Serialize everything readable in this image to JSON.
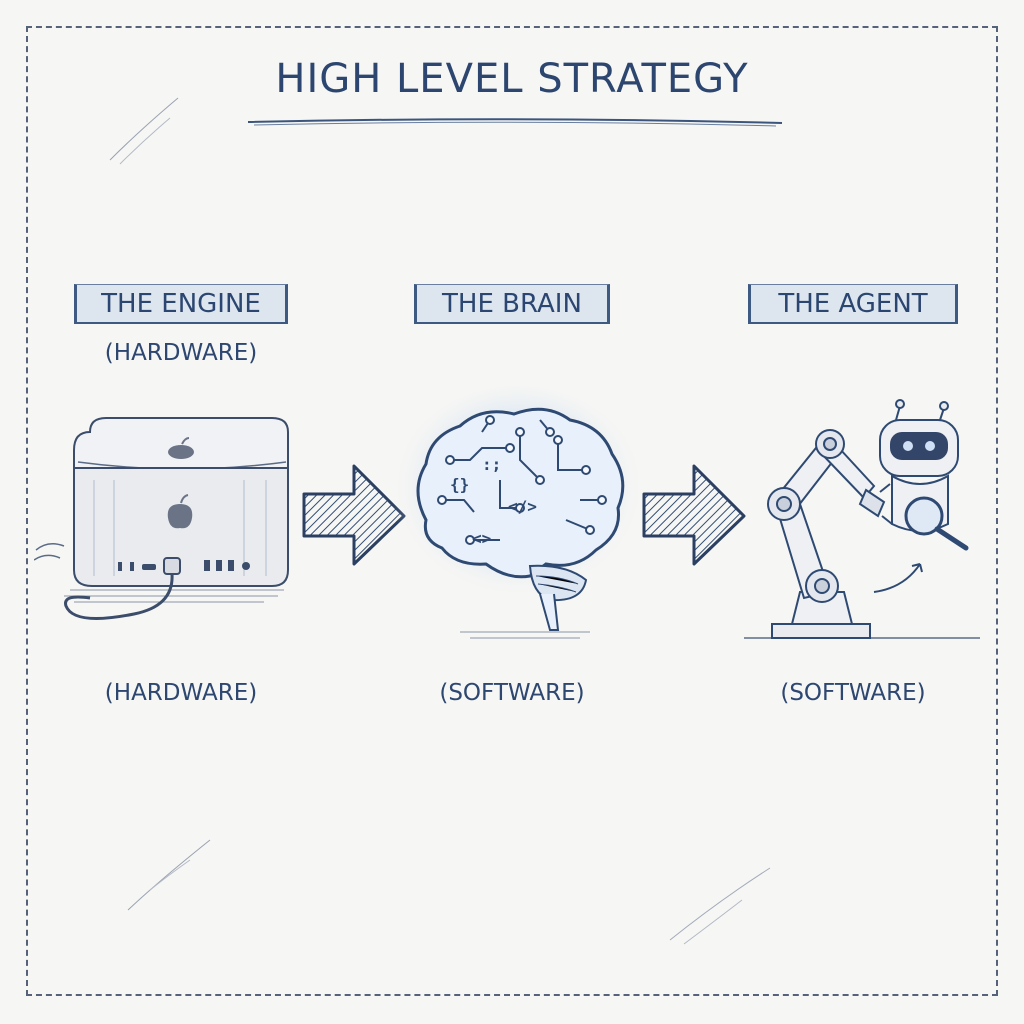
{
  "title": "HIGH LEVEL STRATEGY",
  "columns": [
    {
      "header": "THE ENGINE",
      "subheader": "(HARDWARE)",
      "caption": "(HARDWARE)",
      "icon": "computer-icon"
    },
    {
      "header": "THE BRAIN",
      "caption": "(SOFTWARE)",
      "icon": "brain-icon"
    },
    {
      "header": "THE AGENT",
      "caption": "(SOFTWARE)",
      "icon": "robot-arm-icon"
    }
  ],
  "icons": [
    "arrow-right-icon",
    "apple-logo-icon",
    "magnifier-icon",
    "code-icon"
  ],
  "colors": {
    "ink": "#2c4670",
    "header_fill": "#dde5ef",
    "brain_glow": "#9fc3ef",
    "paper": "#f6f6f4"
  }
}
